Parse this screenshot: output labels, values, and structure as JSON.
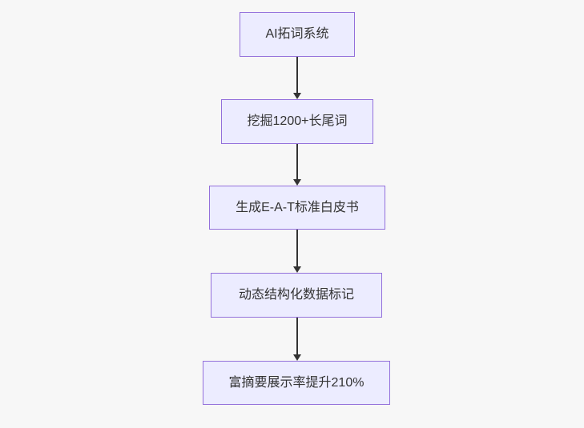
{
  "flowchart": {
    "type": "flowchart-vertical",
    "nodes": [
      {
        "label": "AI拓词系统"
      },
      {
        "label": "挖掘1200+长尾词"
      },
      {
        "label": "生成E-A-T标准白皮书"
      },
      {
        "label": "动态结构化数据标记"
      },
      {
        "label": "富摘要展示率提升210%"
      }
    ],
    "edges": [
      {
        "from": 0,
        "to": 1
      },
      {
        "from": 1,
        "to": 2
      },
      {
        "from": 2,
        "to": 3
      },
      {
        "from": 3,
        "to": 4
      }
    ]
  },
  "theme": {
    "canvas_bg": "#f7f7f7",
    "node_fill": "#ececff",
    "node_border": "#9370db",
    "node_text": "#333333",
    "arrow_color": "#333333"
  }
}
